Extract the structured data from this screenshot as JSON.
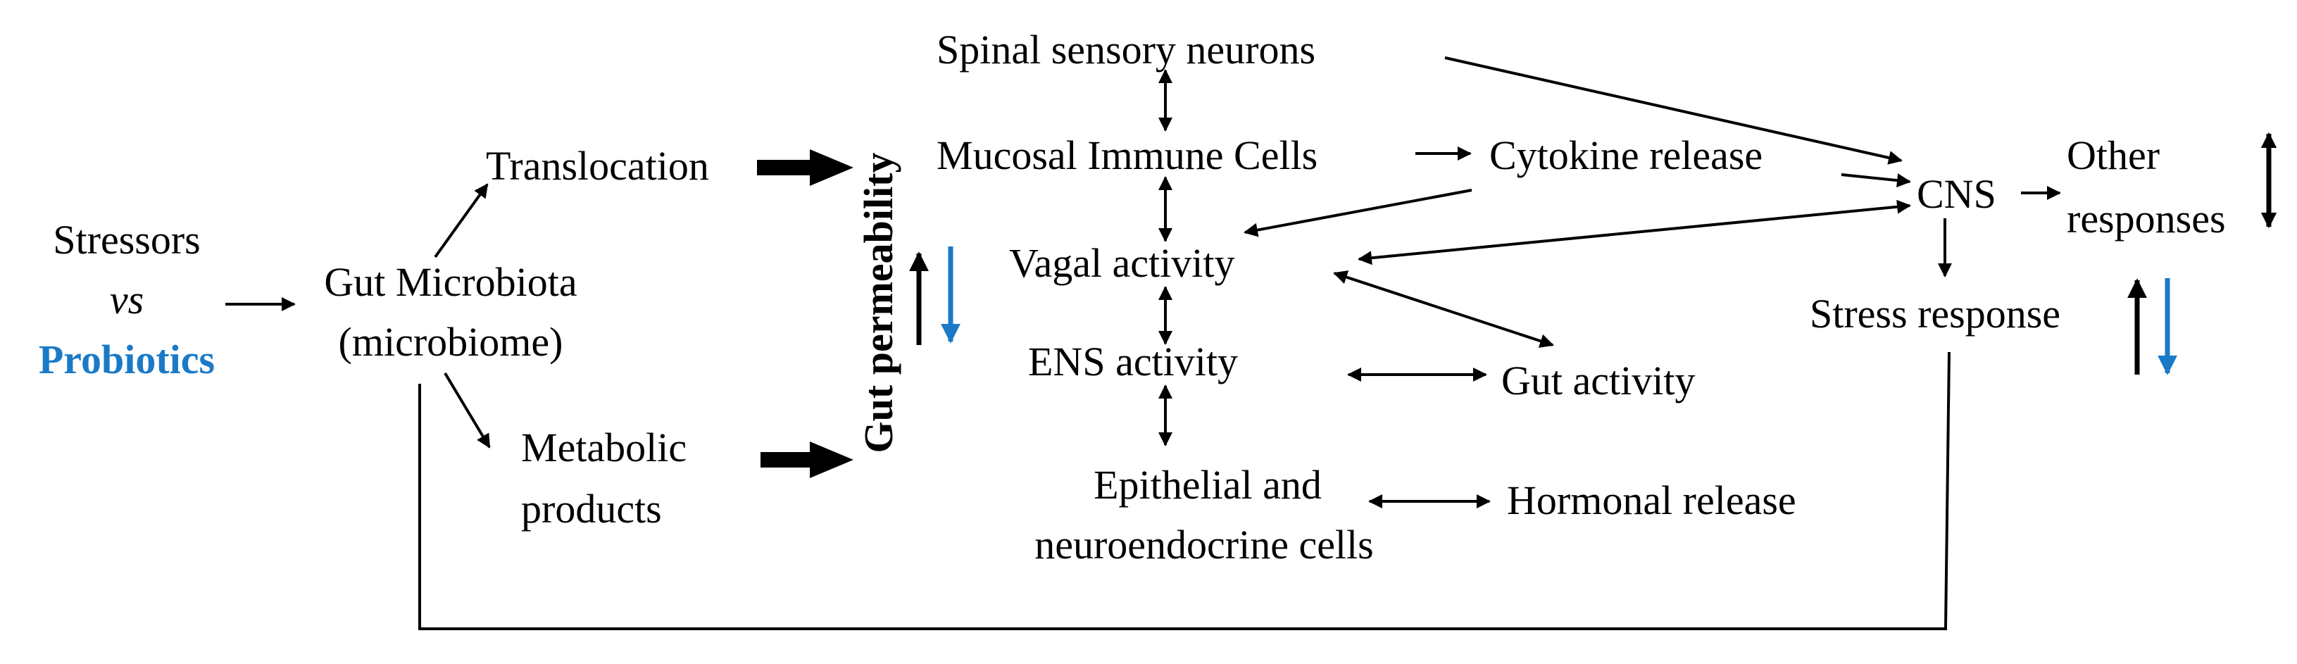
{
  "nodes": {
    "stressors": "Stressors",
    "vs": "vs",
    "probiotics": "Probiotics",
    "gut_microbiota_1": "Gut Microbiota",
    "gut_microbiota_2": "(microbiome)",
    "translocation": "Translocation",
    "metabolic_1": "Metabolic",
    "metabolic_2": "products",
    "gut_permeability": "Gut permeability",
    "spinal": "Spinal sensory neurons",
    "mucosal": "Mucosal Immune Cells",
    "cytokine": "Cytokine release",
    "vagal": "Vagal activity",
    "ens": "ENS activity",
    "gut_activity": "Gut activity",
    "epithelial_1": "Epithelial and",
    "epithelial_2": "neuroendocrine cells",
    "hormonal": "Hormonal release",
    "cns": "CNS",
    "other_1": "Other",
    "other_2": "responses",
    "stress_response": "Stress response"
  },
  "colors": {
    "text": "#000000",
    "accent_blue": "#1a7ac7",
    "background": "#ffffff"
  }
}
